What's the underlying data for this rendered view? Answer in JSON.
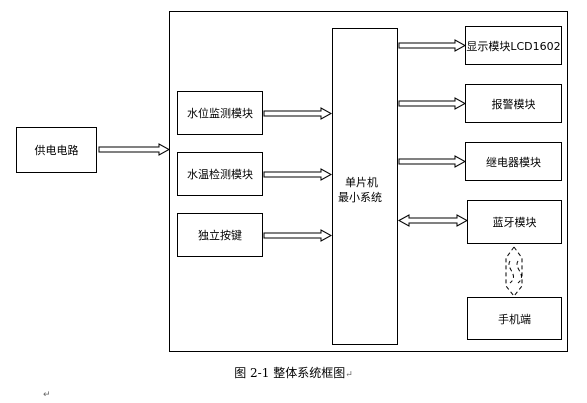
{
  "blocks": {
    "power": "供电电路",
    "water_level": "水位监测模块",
    "water_temp": "水温检测模块",
    "keys": "独立按键",
    "mcu_line1": "单片机",
    "mcu_line2": "最小系统",
    "display": "显示模块LCD1602",
    "alarm": "报警模块",
    "relay": "继电器模块",
    "bluetooth": "蓝牙模块",
    "phone": "手机端"
  },
  "caption": "图 2-1 整体系统框图",
  "paragraph_mark": "↵"
}
